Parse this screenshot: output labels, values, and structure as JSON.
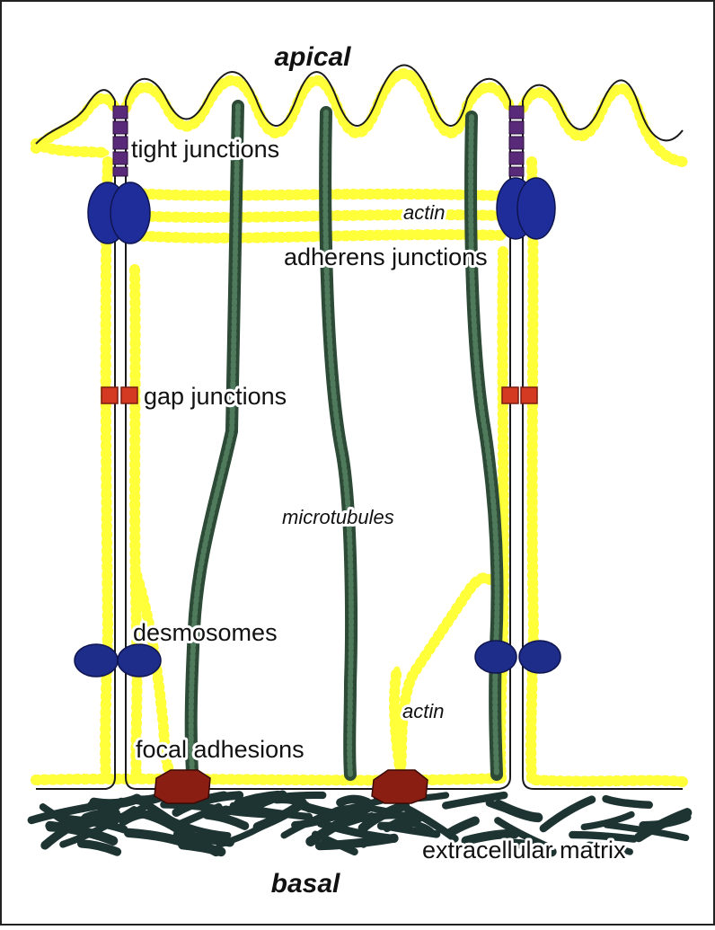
{
  "labels": {
    "apical": "apical",
    "basal": "basal",
    "tight_junctions": "tight junctions",
    "actin_top": "actin",
    "adherens_junctions": "adherens junctions",
    "gap_junctions": "gap junctions",
    "microtubules": "microtubules",
    "desmosomes": "desmosomes",
    "actin_bottom": "actin",
    "focal_adhesions": "focal adhesions",
    "extracellular_matrix": "extracellular matrix"
  },
  "colors": {
    "actin": "#ffff3a",
    "microtubule": "#2c4a36",
    "tight_junction": "#5a2a7a",
    "adherens": "#1f2d9a",
    "gap_junction": "#d43a22",
    "desmosome": "#1f2d8a",
    "focal_adhesion": "#8a1e12",
    "matrix": "#1e3432",
    "membrane": "#1a1a1a"
  }
}
